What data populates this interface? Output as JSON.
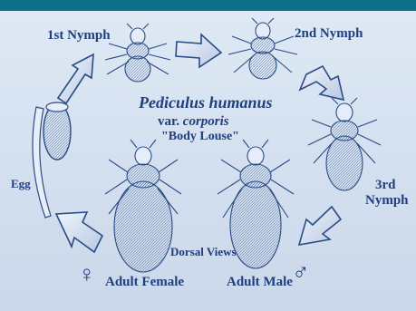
{
  "labels": {
    "first_nymph": "1st Nymph",
    "second_nymph": "2nd Nymph",
    "third_nymph_line1": "3rd",
    "third_nymph_line2": "Nymph",
    "egg": "Egg",
    "adult_female": "Adult Female",
    "adult_male": "Adult Male",
    "dorsal_views": "Dorsal Views",
    "species_name": "Pediculus humanus",
    "variety_prefix": "var. ",
    "variety_name": "corporis",
    "common_name": "\"Body Louse\""
  },
  "colors": {
    "background": "#d5e1f0",
    "ink": "#1f3f7c",
    "arrow_fill": "#dfe8f6",
    "arrow_stroke": "#2a4b86",
    "top_bar": "#0b6f86"
  },
  "symbols": {
    "female": "♀",
    "male": "♂"
  }
}
